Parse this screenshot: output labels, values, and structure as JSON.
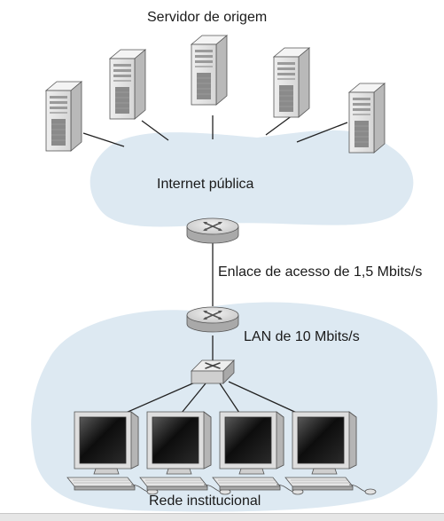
{
  "diagram": {
    "labels": {
      "origin_servers": "Servidor de origem",
      "public_internet": "Internet pública",
      "access_link": "Enlace de acesso de 1,5 Mbits/s",
      "lan": "LAN de 10 Mbits/s",
      "institutional_network": "Rede institucional"
    },
    "colors": {
      "cloud_fill": "#dde9f2",
      "link_line": "#222222",
      "device_body": "#e4e4e4",
      "router_fill": "#d9d9d9"
    },
    "icons": {
      "server": "server-tower-icon",
      "router": "router-icon",
      "switch": "switch-icon",
      "host": "desktop-computer-icon"
    }
  }
}
